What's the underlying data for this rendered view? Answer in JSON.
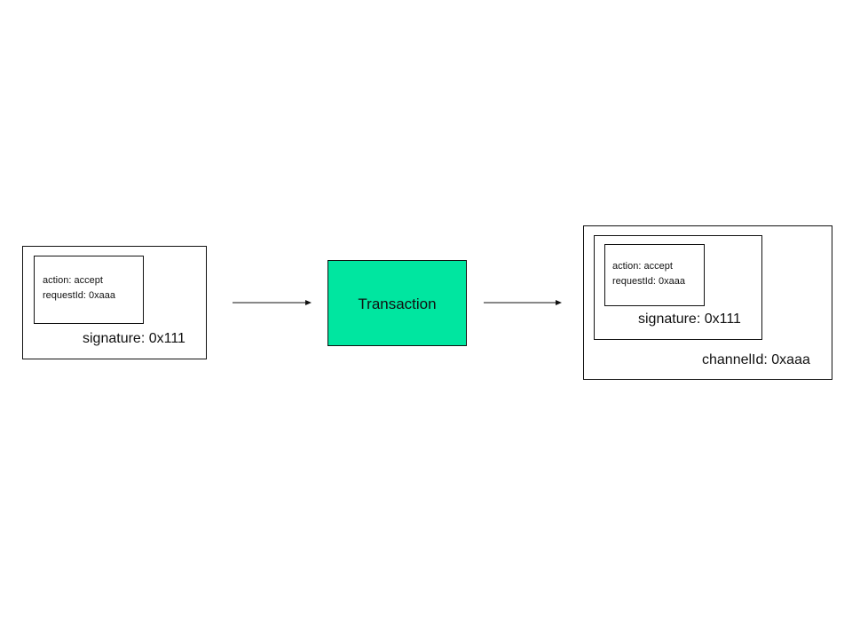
{
  "left_message": {
    "action": "action: accept",
    "request_id": "requestId: 0xaaa",
    "signature": "signature: 0x111"
  },
  "transaction": {
    "label": "Transaction",
    "fill": "#00e6a0"
  },
  "right_message": {
    "action": "action: accept",
    "request_id": "requestId: 0xaaa",
    "signature": "signature: 0x111",
    "channel_id": "channelId: 0xaaa"
  }
}
